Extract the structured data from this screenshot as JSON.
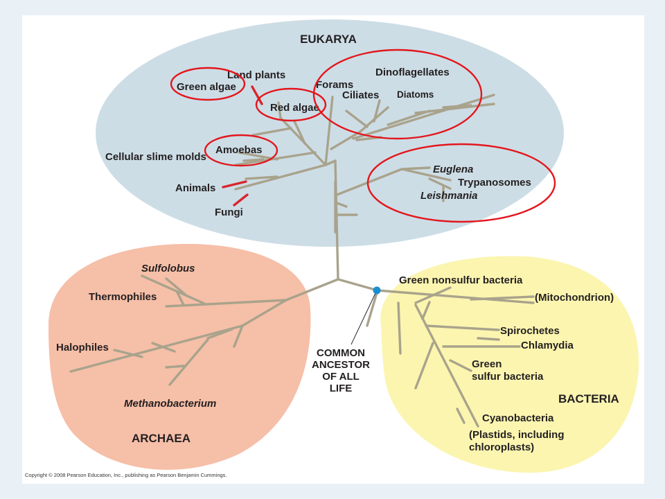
{
  "domains": {
    "eukarya": "EUKARYA",
    "archaea": "ARCHAEA",
    "bacteria": "BACTERIA"
  },
  "eukarya_groups": {
    "land_plants": "Land plants",
    "green_algae": "Green algae",
    "red_algae": "Red algae",
    "forams": "Forams",
    "dinoflagellates": "Dinoflagellates",
    "ciliates": "Ciliates",
    "diatoms": "Diatoms",
    "amoebas": "Amoebas",
    "cellular_slime_molds": "Cellular slime molds",
    "animals": "Animals",
    "fungi": "Fungi",
    "euglena": "Euglena",
    "trypanosomes": "Trypanosomes",
    "leishmania": "Leishmania"
  },
  "archaea_groups": {
    "sulfolobus": "Sulfolobus",
    "thermophiles": "Thermophiles",
    "halophiles": "Halophiles",
    "methanobacterium": "Methanobacterium"
  },
  "bacteria_groups": {
    "green_nonsulfur": "Green nonsulfur bacteria",
    "mitochondrion": "(Mitochondrion)",
    "spirochetes": "Spirochetes",
    "chlamydia": "Chlamydia",
    "green_sulfur_1": "Green",
    "green_sulfur_2": "sulfur bacteria",
    "cyanobacteria": "Cyanobacteria",
    "plastids_1": "(Plastids, including",
    "plastids_2": "chloroplasts)"
  },
  "ancestor": {
    "line1": "COMMON",
    "line2": "ANCESTOR",
    "line3": "OF ALL",
    "line4": "LIFE"
  },
  "copyright": "Copyright © 2008 Pearson Education, Inc., publishing as Pearson Benjamin Cummings.",
  "colors": {
    "eukarya_fill": "#cddde6",
    "archaea_fill": "#f6bfa8",
    "bacteria_fill": "#fbf5b0",
    "branch": "#a9a38c",
    "highlight_branch": "#d7262c",
    "circle": "#e3161c",
    "ancestor_dot": "#1a8fd0"
  }
}
